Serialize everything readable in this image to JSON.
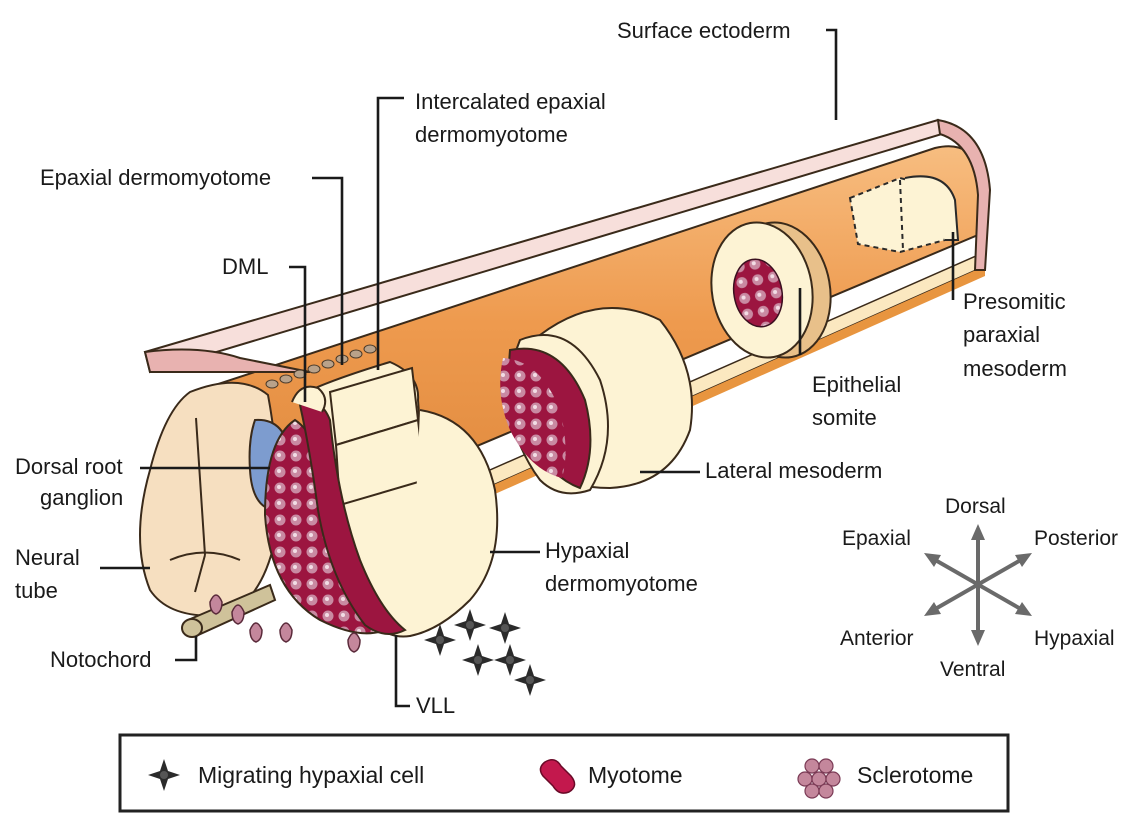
{
  "labels": {
    "surface_ectoderm": "Surface ectoderm",
    "intercalated_line1": "Intercalated epaxial",
    "intercalated_line2": "dermomyotome",
    "epaxial_dermomyotome": "Epaxial dermomyotome",
    "dml": "DML",
    "presomitic_line1": "Presomitic",
    "presomitic_line2": "paraxial",
    "presomitic_line3": "mesoderm",
    "epithelial_line1": "Epithelial",
    "epithelial_line2": "somite",
    "lateral_mesoderm": "Lateral mesoderm",
    "dorsal_root_line1": "Dorsal root",
    "dorsal_root_line2": "ganglion",
    "neural_line1": "Neural",
    "neural_line2": "tube",
    "hypaxial_line1": "Hypaxial",
    "hypaxial_line2": "dermomyotome",
    "notochord": "Notochord",
    "vll": "VLL"
  },
  "axes": {
    "dorsal": "Dorsal",
    "epaxial": "Epaxial",
    "posterior": "Posterior",
    "anterior": "Anterior",
    "ventral": "Ventral",
    "hypaxial": "Hypaxial"
  },
  "legend": {
    "migrating": "Migrating hypaxial cell",
    "myotome": "Myotome",
    "sclerotome": "Sclerotome"
  },
  "colors": {
    "orange": "#f2a35b",
    "cream": "#fdf3d4",
    "myotome": "#9c1540",
    "sclerotome": "#c4879c",
    "ectoderm": "#e8b2b0",
    "ganglion": "#7d9ccf"
  }
}
